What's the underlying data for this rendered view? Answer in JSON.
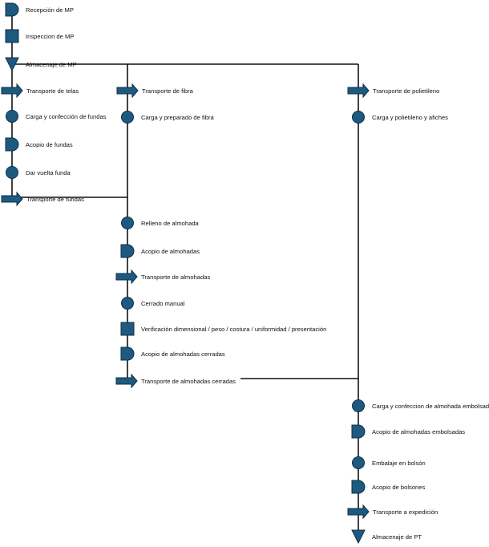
{
  "colors": {
    "symbol_fill": "#1e5a80",
    "symbol_stroke": "#0c2f46",
    "line": "#111111"
  },
  "steps": [
    {
      "id": "s1",
      "type": "delay",
      "label": "Recepción de MP"
    },
    {
      "id": "s2",
      "type": "inspection",
      "label": "Inspeccion de MP"
    },
    {
      "id": "s3",
      "type": "storage",
      "label": "Almacenaje de MP"
    },
    {
      "id": "s4",
      "type": "transport",
      "label": "Transporte de telas"
    },
    {
      "id": "s5",
      "type": "operation",
      "label": "Carga y confección de fundas"
    },
    {
      "id": "s6",
      "type": "delay",
      "label": "Acopio de fundas"
    },
    {
      "id": "s7",
      "type": "operation",
      "label": "Dar vuelta funda"
    },
    {
      "id": "s8",
      "type": "transport",
      "label": "Transporte de fundas"
    },
    {
      "id": "s9",
      "type": "transport",
      "label": "Transporte de fibra"
    },
    {
      "id": "s10",
      "type": "operation",
      "label": "Carga y preparado de fibra"
    },
    {
      "id": "s11",
      "type": "operation",
      "label": "Relleno de almohada"
    },
    {
      "id": "s12",
      "type": "delay",
      "label": "Acopio de almohadas"
    },
    {
      "id": "s13",
      "type": "transport",
      "label": "Transporte de almohadas"
    },
    {
      "id": "s14",
      "type": "operation",
      "label": "Cerrado manual"
    },
    {
      "id": "s15",
      "type": "inspection",
      "label": "Verificación dimensional / peso / costura / uniformidad / presentación"
    },
    {
      "id": "s16",
      "type": "delay",
      "label": "Acopio de almohadas cerradas"
    },
    {
      "id": "s17",
      "type": "transport",
      "label": "Transporte de almohadas cerradas"
    },
    {
      "id": "s18",
      "type": "transport",
      "label": "Transporte de polietileno"
    },
    {
      "id": "s19",
      "type": "operation",
      "label": "Carga y polietileno y afiches"
    },
    {
      "id": "s20",
      "type": "operation",
      "label": "Carga y confeccion de almohada embolsada"
    },
    {
      "id": "s21",
      "type": "delay",
      "label": "Acopio de almohadas embolsadas"
    },
    {
      "id": "s22",
      "type": "operation",
      "label": "Embalaje en bolsón"
    },
    {
      "id": "s23",
      "type": "delay",
      "label": "Acopio de bolsones"
    },
    {
      "id": "s24",
      "type": "transport",
      "label": "Transporte a expedición"
    },
    {
      "id": "s25",
      "type": "storage",
      "label": "Almacenaje de PT"
    }
  ]
}
